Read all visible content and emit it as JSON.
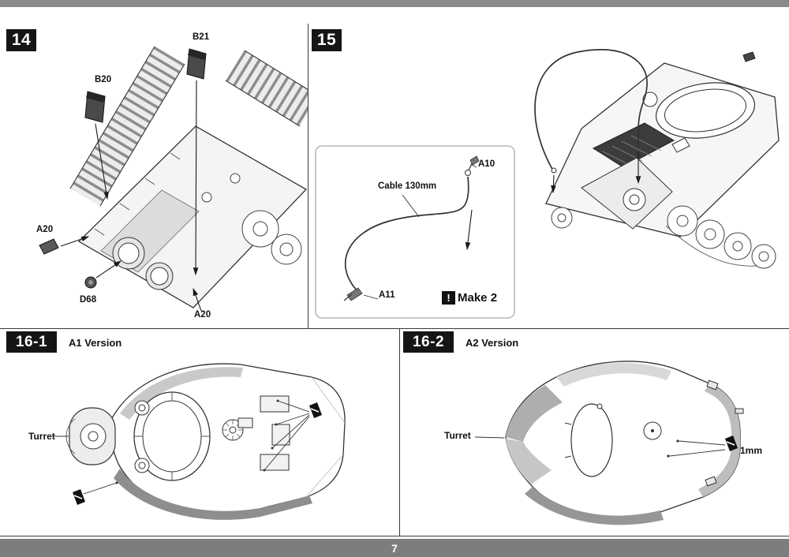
{
  "page": {
    "number": "7"
  },
  "step14": {
    "badge": "14",
    "labels": {
      "b21": "B21",
      "b20": "B20",
      "a20_left": "A20",
      "d68": "D68",
      "a20_bottom": "A20"
    }
  },
  "step15": {
    "badge": "15",
    "cable_note": "Cable 130mm",
    "a10": "A10",
    "a11": "A11",
    "make_icon": "!",
    "make_text": "Make 2"
  },
  "step16_1": {
    "badge": "16-1",
    "version": "A1 Version",
    "turret": "Turret"
  },
  "step16_2": {
    "badge": "16-2",
    "version": "A2 Version",
    "turret": "Turret",
    "note_1mm": "1mm"
  },
  "colors": {
    "badge_bg": "#151515",
    "band_gray": "#7d7d7d",
    "line_art": "#333333"
  }
}
